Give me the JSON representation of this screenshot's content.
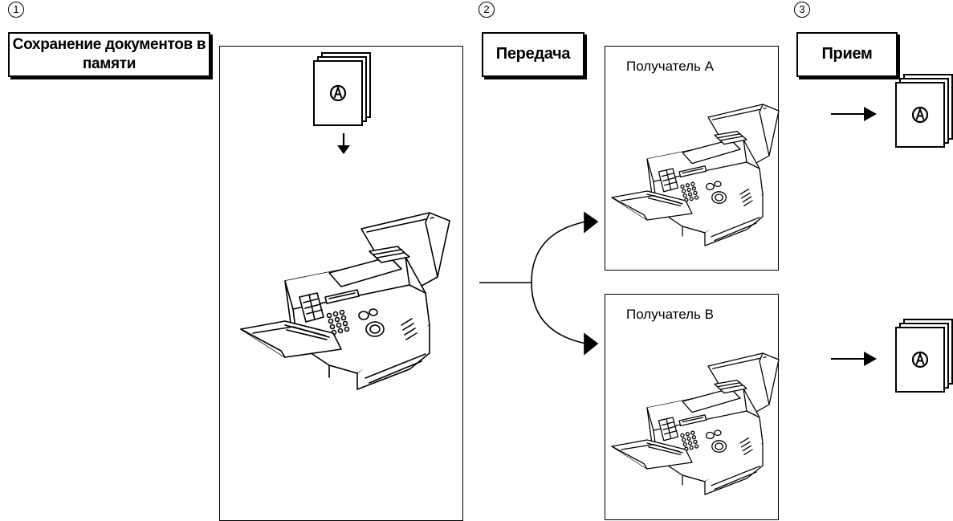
{
  "steps": [
    {
      "number": "1",
      "label": "Сохранение документов в памяти"
    },
    {
      "number": "2",
      "label": "Передача"
    },
    {
      "number": "3",
      "label": "Прием"
    }
  ],
  "recipients": [
    {
      "label": "Получатель A"
    },
    {
      "label": "Получатель B"
    }
  ],
  "document": {
    "mark": "A"
  },
  "icons": {
    "fax": "fax-machine-icon",
    "doc": "document-stack-icon",
    "arrow": "arrow-icon"
  }
}
